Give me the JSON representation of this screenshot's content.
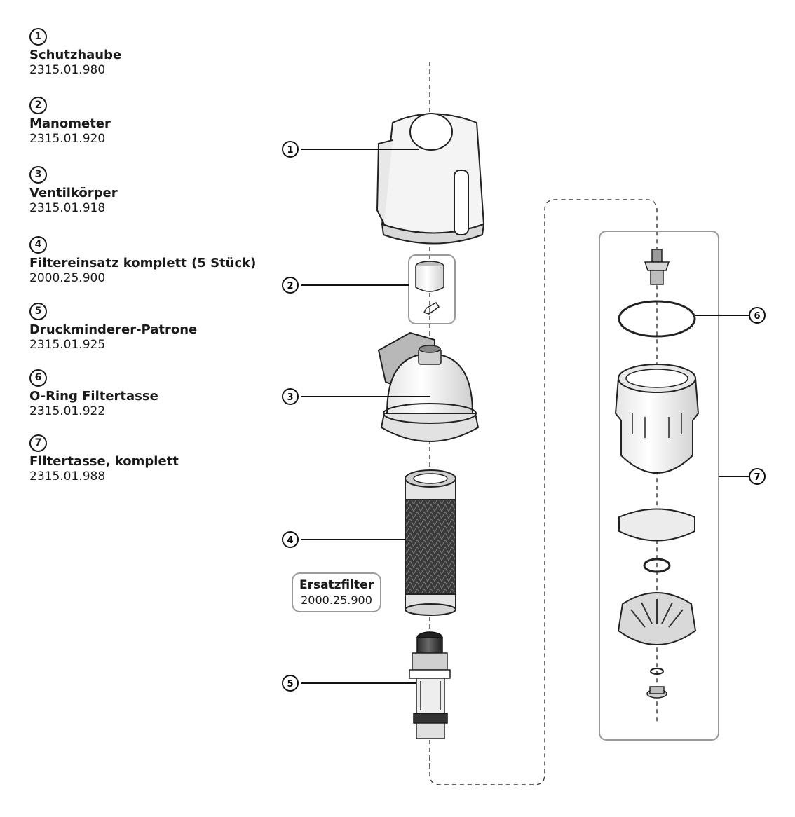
{
  "legend": {
    "items": [
      {
        "number": "1",
        "name": "Schutzhaube",
        "code": "2315.01.980"
      },
      {
        "number": "2",
        "name": "Manometer",
        "code": "2315.01.920"
      },
      {
        "number": "3",
        "name": "Ventilkörper",
        "code": "2315.01.918"
      },
      {
        "number": "4",
        "name": "Filtereinsatz komplett (5 Stück)",
        "code": "2000.25.900"
      },
      {
        "number": "5",
        "name": "Druckminderer-Patrone",
        "code": "2315.01.925"
      },
      {
        "number": "6",
        "name": "O-Ring Filtertasse",
        "code": "2315.01.922"
      },
      {
        "number": "7",
        "name": "Filtertasse, komplett",
        "code": "2315.01.988"
      }
    ]
  },
  "ersatzfilter": {
    "title": "Ersatzfilter",
    "code": "2000.25.900"
  },
  "callouts": {
    "c1": "1",
    "c2": "2",
    "c3": "3",
    "c4": "4",
    "c5": "5",
    "c6": "6",
    "c7": "7"
  }
}
